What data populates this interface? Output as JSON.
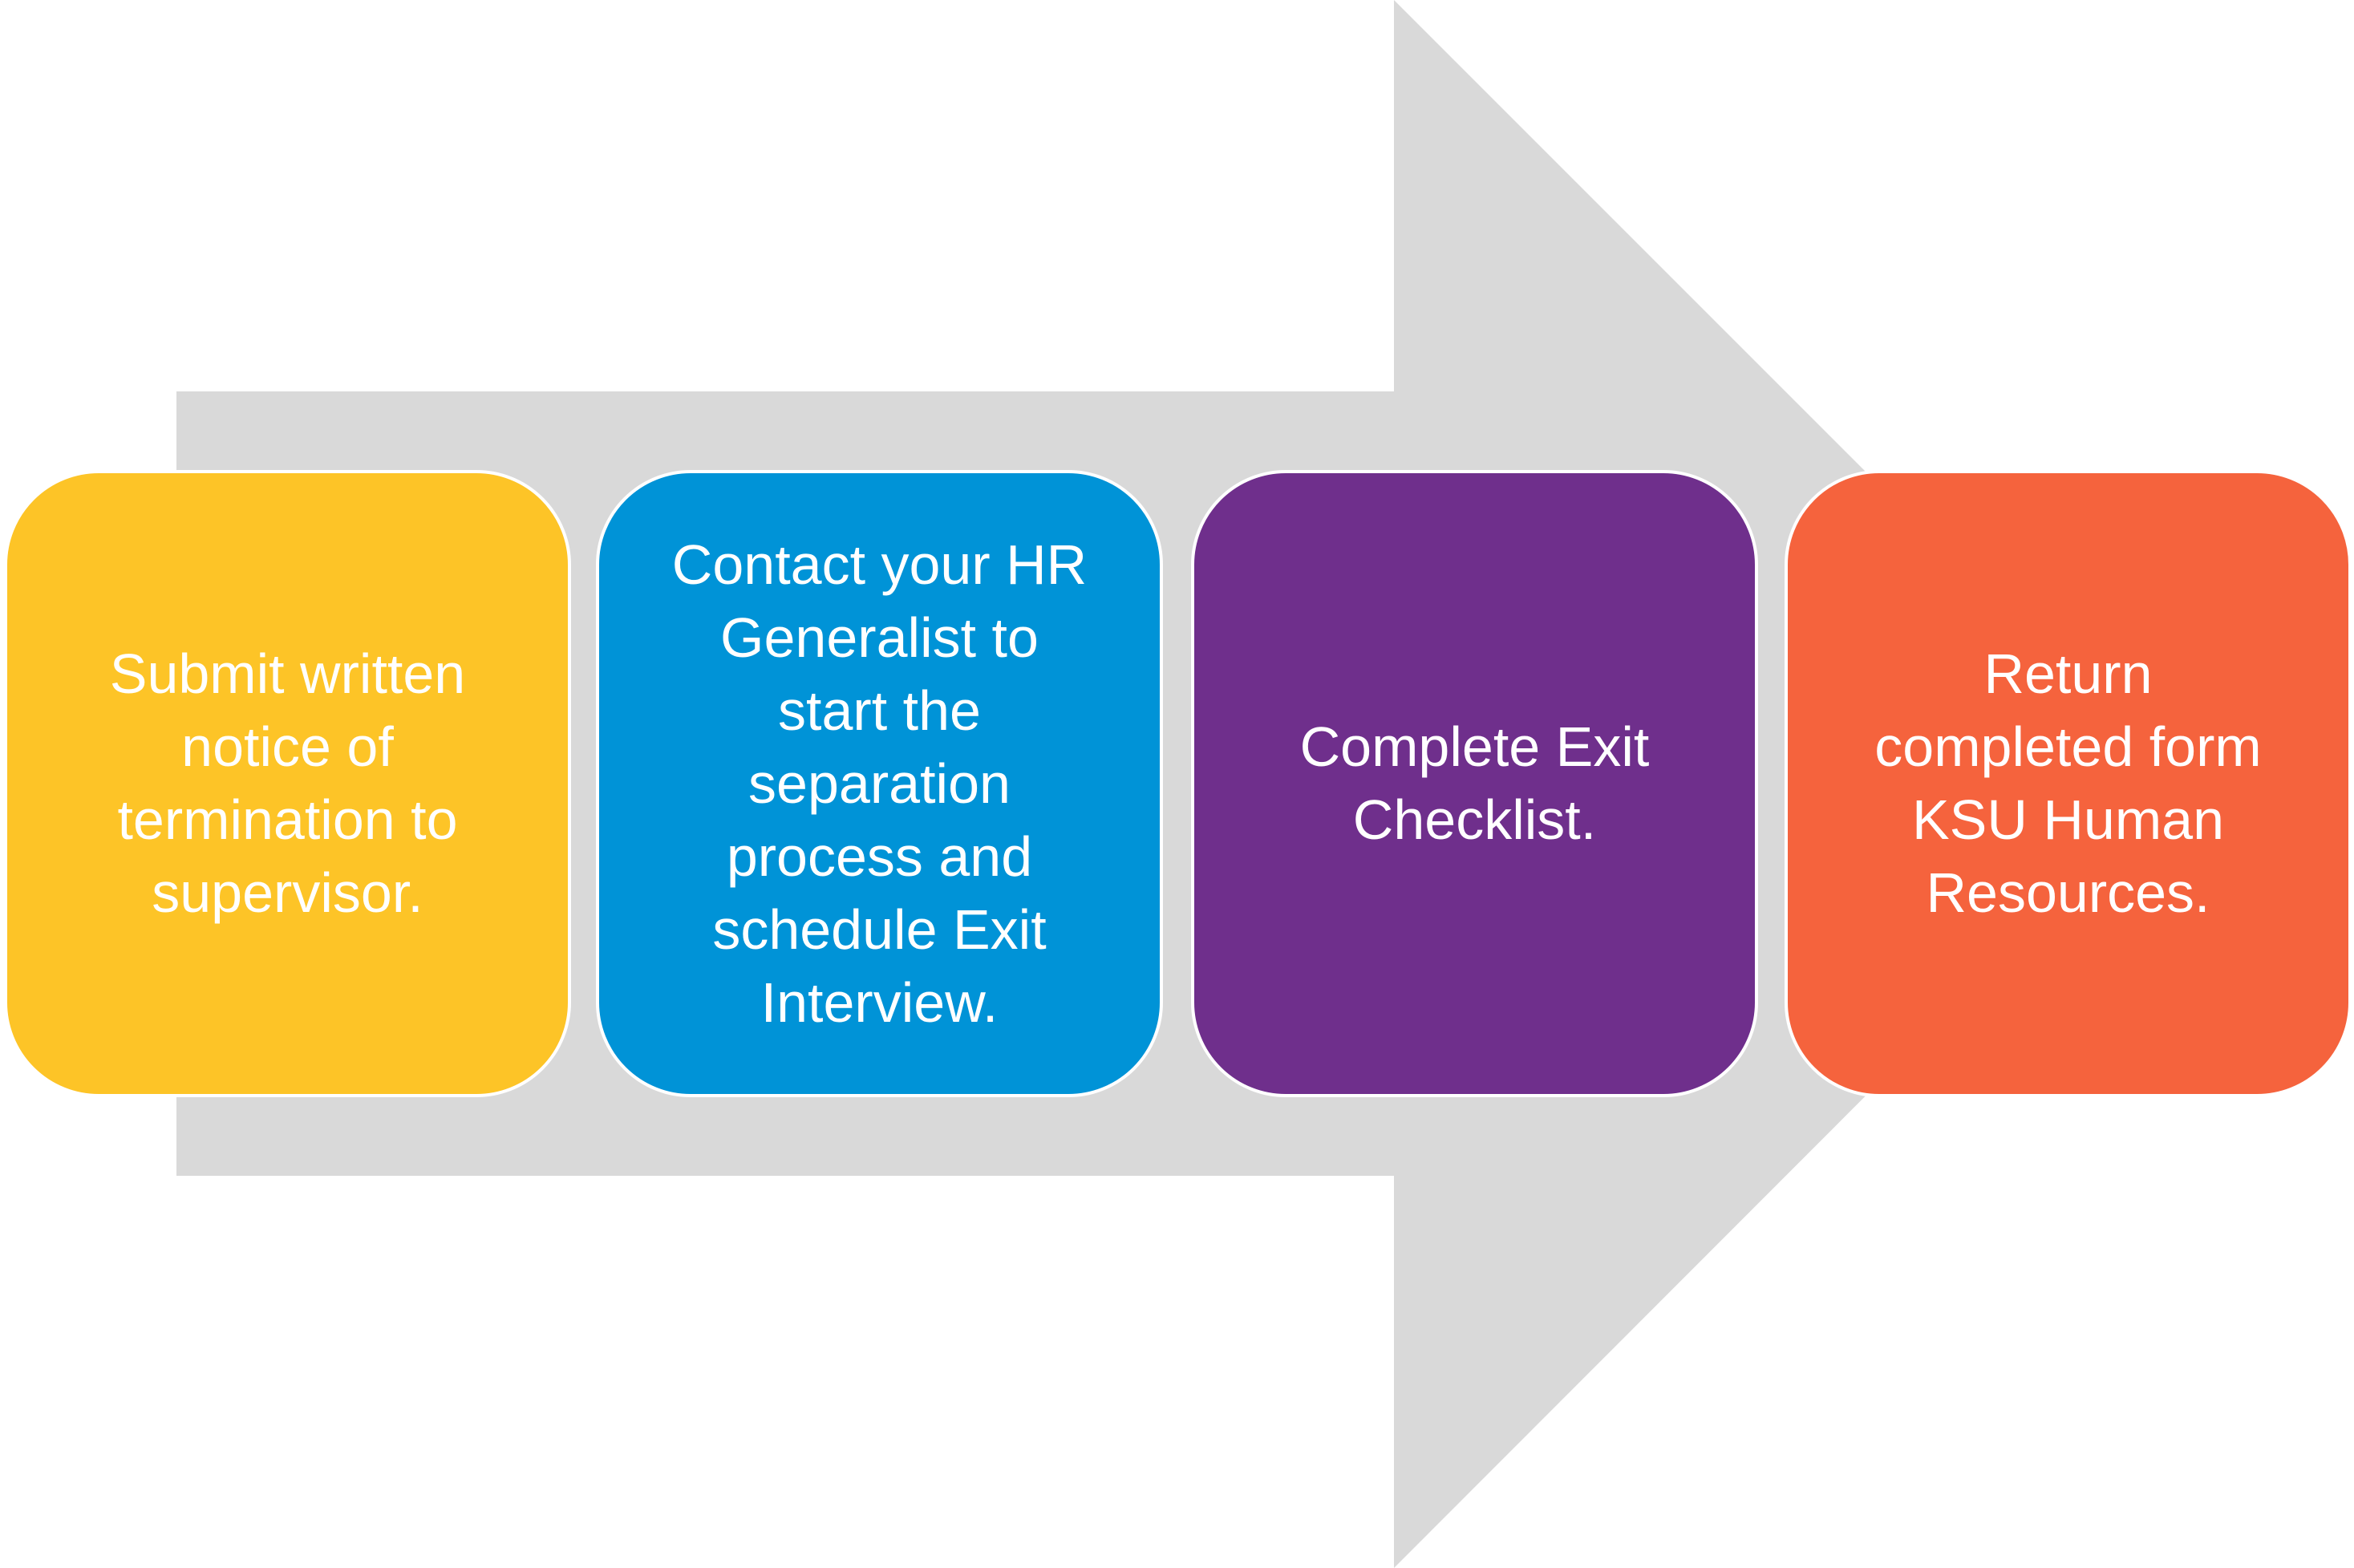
{
  "diagram": {
    "arrow_color": "#d9d9d9",
    "steps": [
      {
        "text": "Submit written\nnotice of\ntermination to\nsupervisor.",
        "color": "#fdc427"
      },
      {
        "text": "Contact your HR\nGeneralist to\nstart the\nseparation\nprocess and\nschedule Exit\nInterview.",
        "color": "#0093d7"
      },
      {
        "text": "Complete Exit\nChecklist.",
        "color": "#6f2f8c"
      },
      {
        "text": "Return\ncompleted form\nKSU Human\nResources.",
        "color": "#f5633d"
      }
    ]
  }
}
